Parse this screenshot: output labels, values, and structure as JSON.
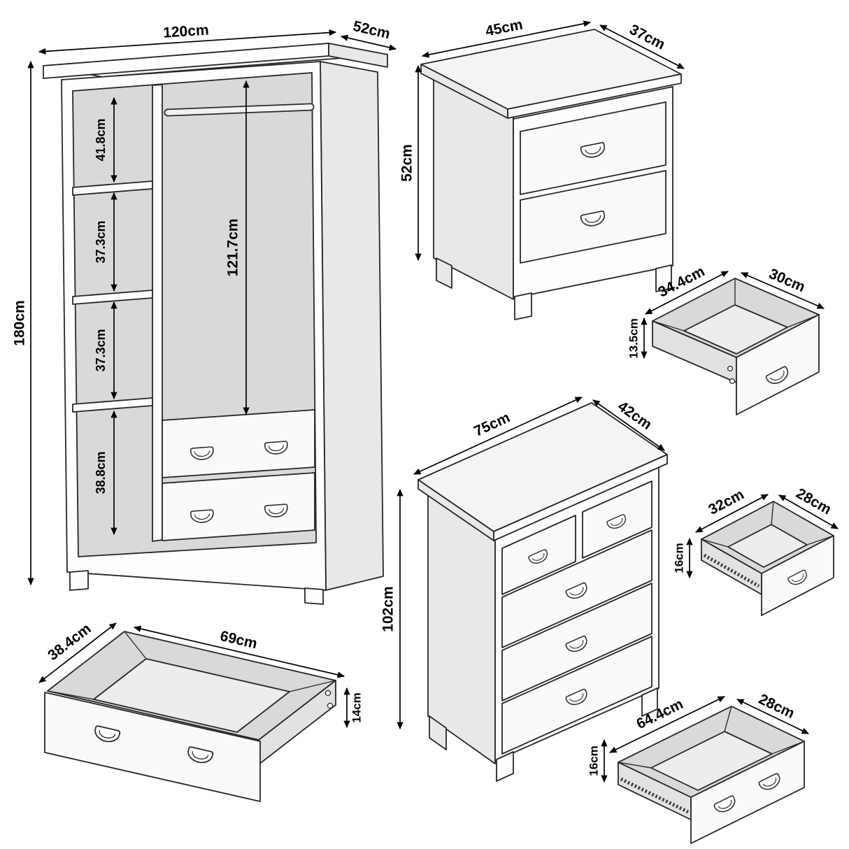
{
  "pieces": {
    "wardrobe": {
      "width": "120cm",
      "depth": "52cm",
      "height": "180cm",
      "shelf_top": "41.8cm",
      "shelf_mid1": "37.3cm",
      "shelf_mid2": "37.3cm",
      "shelf_bottom": "38.8cm",
      "hanging_height": "121.7cm"
    },
    "bedside_table": {
      "width": "45cm",
      "depth": "37cm",
      "height": "52cm"
    },
    "bedside_drawer": {
      "width": "34.4cm",
      "depth": "30cm",
      "height": "13.5cm"
    },
    "chest": {
      "width": "75cm",
      "depth": "42cm",
      "height": "102cm"
    },
    "small_drawer": {
      "width": "32cm",
      "depth": "28cm",
      "height": "16cm"
    },
    "wardrobe_drawer": {
      "width": "69cm",
      "depth": "38.4cm",
      "height": "14cm"
    },
    "chest_drawer": {
      "width": "64.4cm",
      "depth": "28cm",
      "height": "16cm"
    }
  }
}
